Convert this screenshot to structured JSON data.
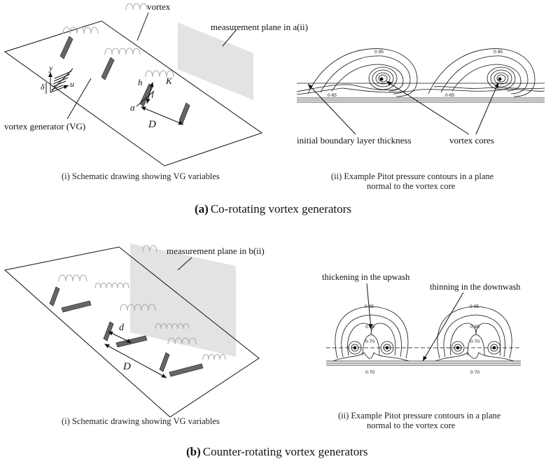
{
  "panel_a": {
    "schematic": {
      "label_vortex": "vortex",
      "label_measurement_plane": "measurement plane in a(ii)",
      "label_vg": "vortex generator (VG)",
      "symbol_y": "y",
      "symbol_delta": "δ",
      "symbol_u": "u",
      "symbol_h": "h",
      "symbol_K": "K",
      "symbol_l": "l",
      "symbol_alpha": "α",
      "symbol_D": "D",
      "caption": "(i) Schematic drawing showing VG variables"
    },
    "contours": {
      "contour_095_left": "0·95",
      "contour_095_right": "0·95",
      "contour_065_left": "0·65",
      "contour_065_right": "0·65",
      "label_initial_bl": "initial boundary layer thickness",
      "label_vortex_cores": "vortex cores",
      "caption_line1": "(ii) Example Pitot pressure contours in a plane",
      "caption_line2": "normal to the vortex core"
    },
    "title_letter": "(a)",
    "title_text": "Co-rotating vortex generators"
  },
  "panel_b": {
    "schematic": {
      "label_measurement_plane": "measurement plane in b(ii)",
      "symbol_d": "d",
      "symbol_D": "D",
      "caption": "(i) Schematic drawing showing VG variables"
    },
    "contours": {
      "label_upwash": "thickening in the upwash",
      "label_downwash": "thinning in the downwash",
      "contour_095_left": "0·95",
      "contour_095_right": "0·95",
      "contour_085_left": "0·85",
      "contour_085_right": "0·85",
      "contour_070_left": "0·70",
      "contour_070_right": "0·70",
      "contour_070_bottom_left": "0·70",
      "contour_070_bottom_right": "0·70",
      "caption_line1": "(ii) Example Pitot pressure contours in a plane",
      "caption_line2": "normal to the vortex core"
    },
    "title_letter": "(b)",
    "title_text": "Counter-rotating vortex generators"
  }
}
